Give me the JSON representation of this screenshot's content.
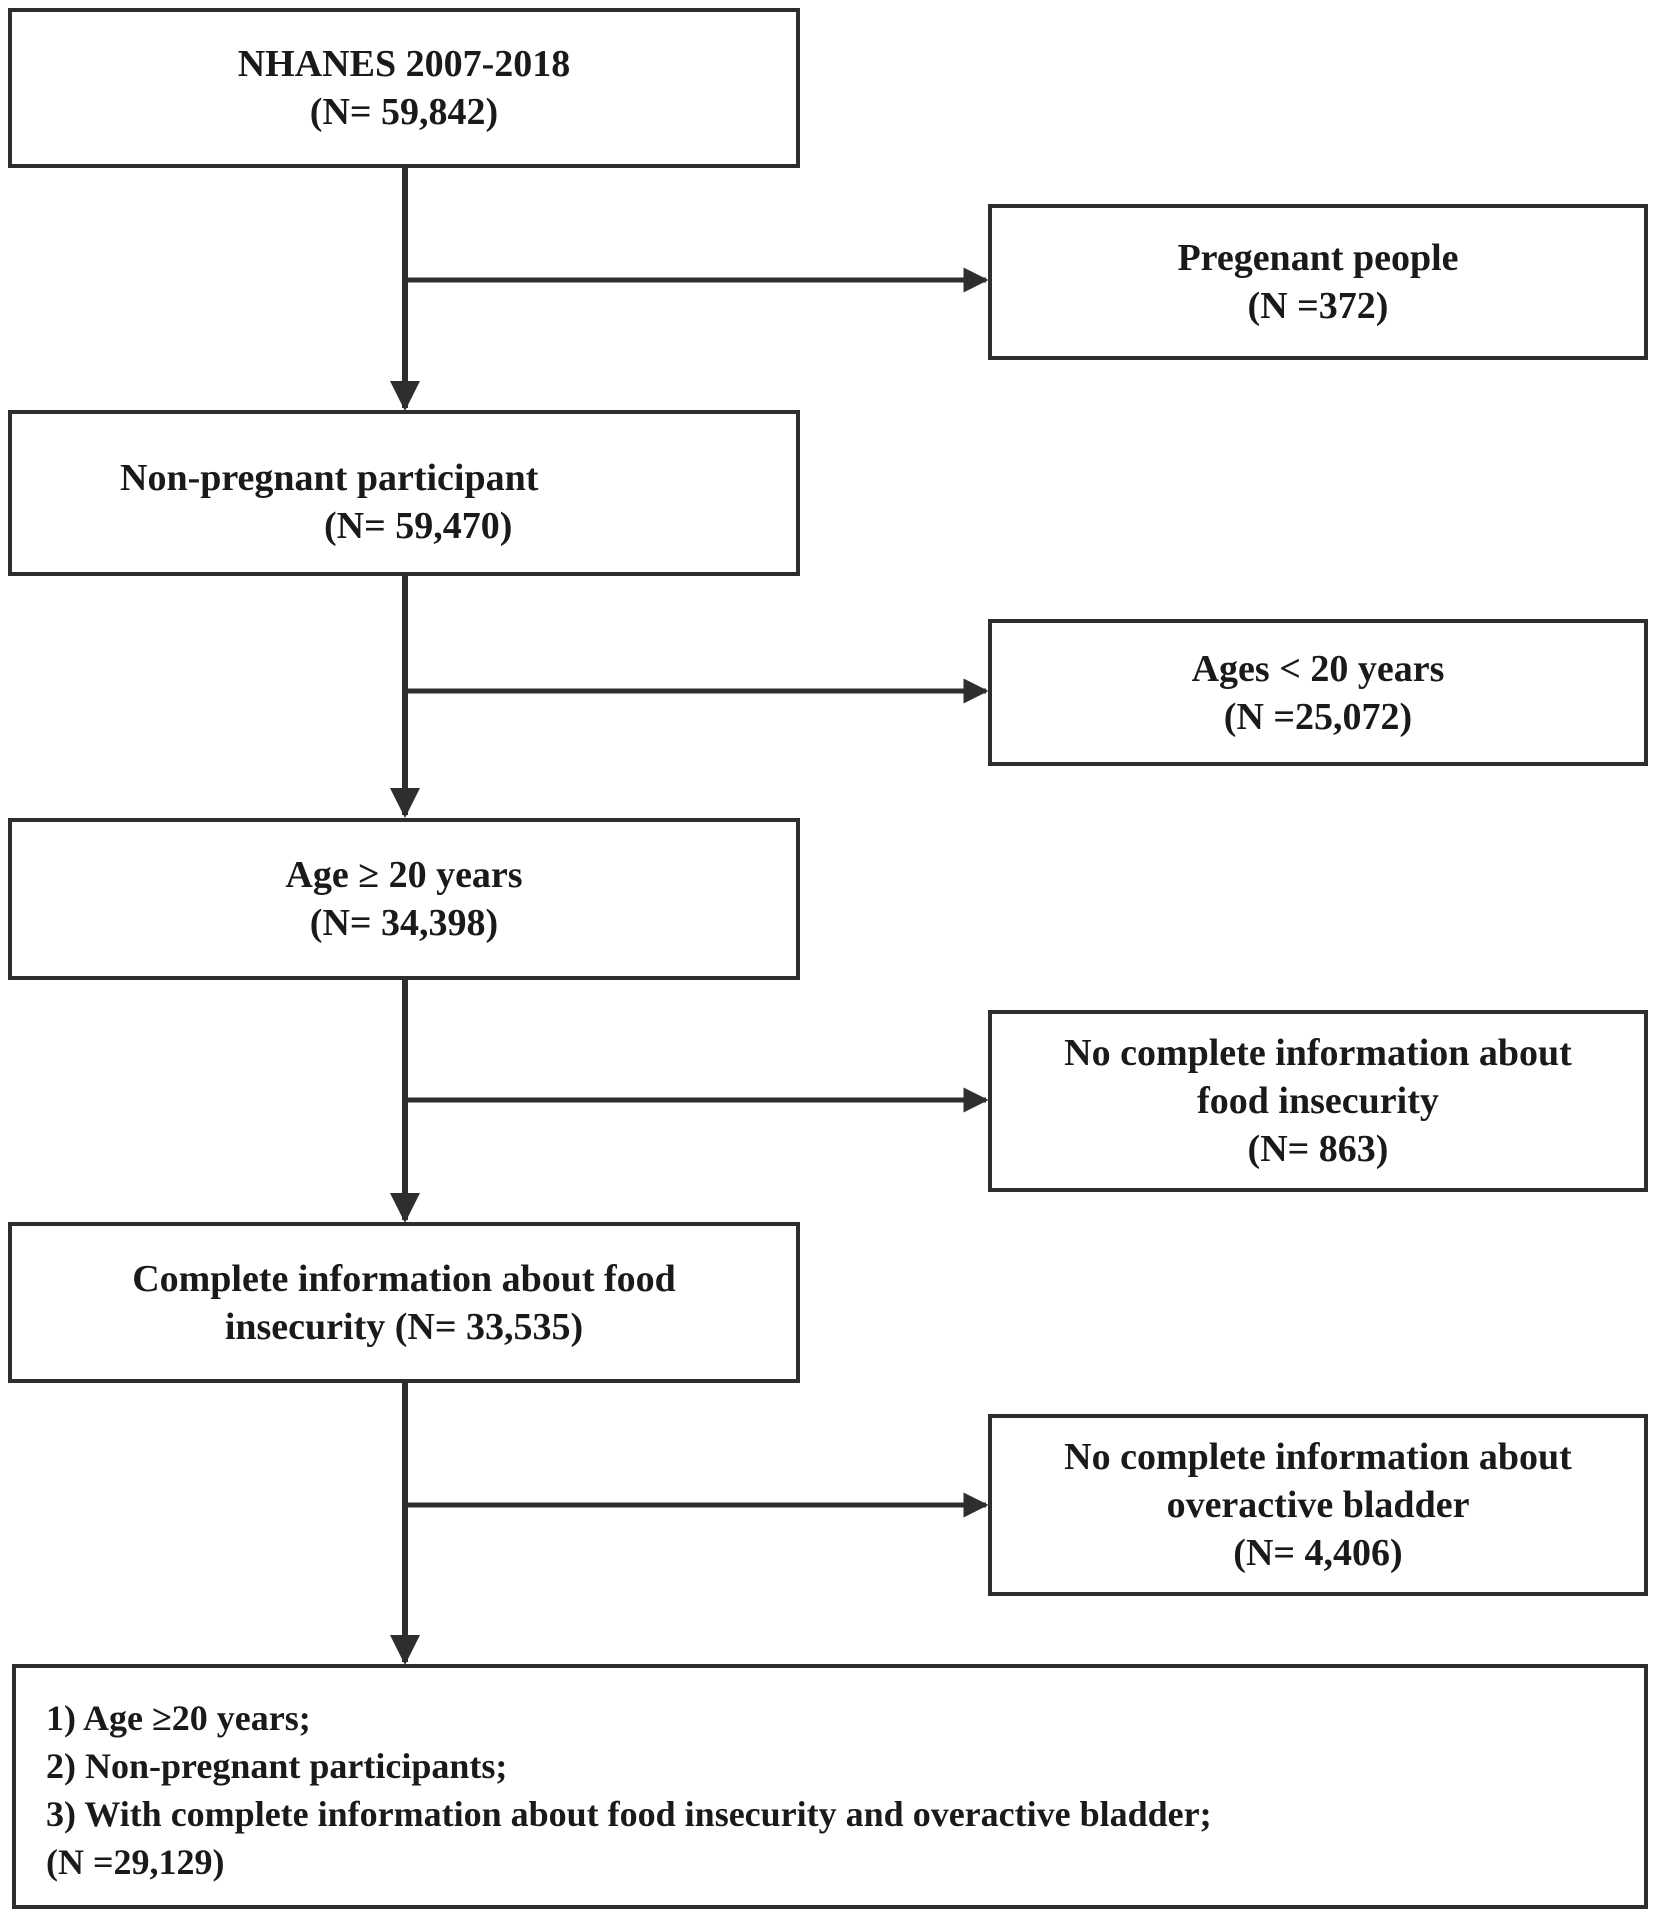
{
  "flowchart": {
    "main_boxes": [
      {
        "lines": [
          "NHANES 2007-2018",
          "(N= 59,842)"
        ]
      },
      {
        "lines": [
          "Non-pregnant participant",
          "(N= 59,470)"
        ]
      },
      {
        "lines": [
          "Age ≥ 20 years",
          "(N= 34,398)"
        ]
      },
      {
        "lines": [
          "Complete information about food",
          "insecurity (N= 33,535)"
        ]
      }
    ],
    "exclusion_boxes": [
      {
        "lines": [
          "Pregenant people",
          "(N =372)"
        ]
      },
      {
        "lines": [
          "Ages < 20 years",
          "(N =25,072)"
        ]
      },
      {
        "lines": [
          "No complete information about",
          "food insecurity",
          "(N= 863)"
        ]
      },
      {
        "lines": [
          "No complete information about",
          "overactive bladder",
          "(N= 4,406)"
        ]
      }
    ],
    "final_box": {
      "lines": [
        "1) Age ≥20 years;",
        "2) Non-pregnant participants;",
        "3) With complete information about food insecurity and overactive bladder;",
        "(N =29,129)"
      ]
    },
    "colors": {
      "stroke": "#2e2e2e",
      "text": "#1a1a1a",
      "background": "#ffffff"
    }
  }
}
